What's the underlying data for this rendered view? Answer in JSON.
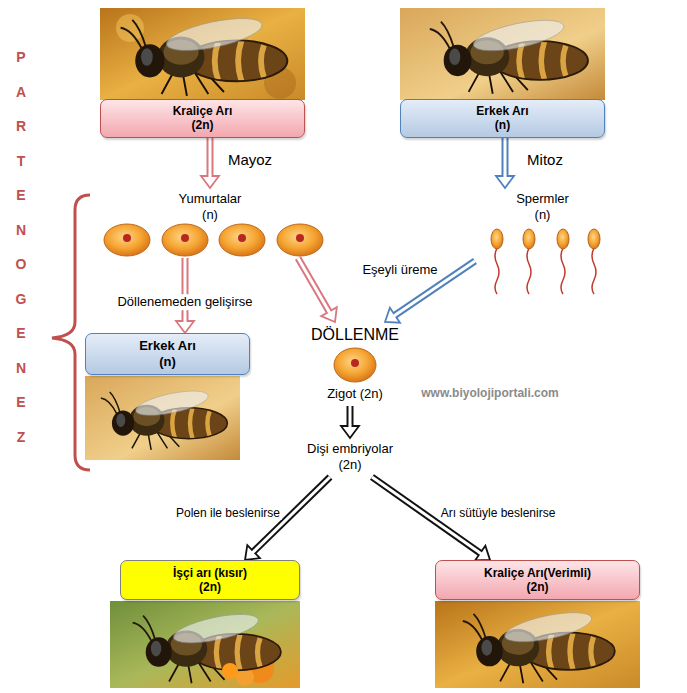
{
  "diagram": {
    "nodes": [
      {
        "text": [
          "Kraliçe Arı (2n)"
        ]
      },
      {
        "text": [
          "Erkek Arı (n)"
        ]
      },
      {
        "text": [
          "Yumurtalar (n)"
        ]
      },
      {
        "text": [
          "Spermler (n)"
        ]
      },
      {
        "text": [
          "Erkek Arı (n)"
        ]
      },
      {
        "text": [
          "DÖLLENME",
          "Zigot (2n)"
        ]
      },
      {
        "text": [
          "Dişi embriyolar (2n)"
        ]
      },
      {
        "text": [
          "İşçi arı (kısır) (2n)"
        ]
      },
      {
        "text": [
          "Kraliçe Arı(Verimli) (2n)"
        ]
      }
    ],
    "edges": [
      {
        "from": 0,
        "to": 2,
        "arrow": "to",
        "label": "Mayoz"
      },
      {
        "from": 1,
        "to": 3,
        "arrow": "to",
        "label": "Mitoz"
      },
      {
        "from": 2,
        "to": 4,
        "arrow": "to",
        "label": "Döllenemeden gelişirse"
      },
      {
        "from": 2,
        "to": 5,
        "arrow": "to"
      },
      {
        "from": 3,
        "to": 5,
        "arrow": "to",
        "label": "Eşeyli üreme"
      },
      {
        "from": 5,
        "to": 6,
        "arrow": "to"
      },
      {
        "from": 6,
        "to": 7,
        "arrow": "to",
        "label": "Polen ile beslenirse"
      },
      {
        "from": 6,
        "to": 8,
        "arrow": "to",
        "label": "Arı sütüyle beslenirse"
      }
    ],
    "labels": [
      "PARTENOGENEZ",
      "www.biyolojiportali.com"
    ]
  }
}
